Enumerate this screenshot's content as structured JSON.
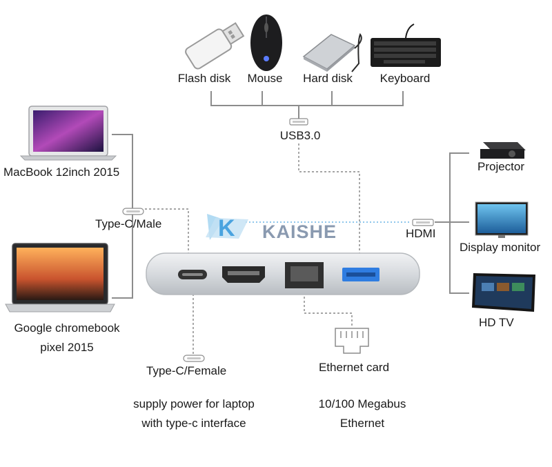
{
  "devices": {
    "flash_disk": "Flash disk",
    "mouse": "Mouse",
    "hard_disk": "Hard disk",
    "keyboard": "Keyboard",
    "projector": "Projector",
    "display_monitor": "Display monitor",
    "hd_tv": "HD TV",
    "macbook": "MacBook 12inch 2015",
    "chromebook": "Google chromebook\npixel 2015"
  },
  "ports": {
    "usb": "USB3.0",
    "hdmi": "HDMI",
    "type_c_male": "Type-C/Male",
    "type_c_female": "Type-C/Female",
    "ethernet_card": "Ethernet card"
  },
  "captions": {
    "power_supply": "supply power for laptop\nwith type-c interface",
    "ethernet_speed": "10/100 Megabus\nEthernet"
  },
  "brand": {
    "name": "KAISHE",
    "logo_letter": "K"
  },
  "colors": {
    "line": "#8c8c8c",
    "hub_body": "#d4d8dc",
    "usb_port": "#2f7de1",
    "brand": "#8a9ab0",
    "accent": "#4aa3df"
  }
}
